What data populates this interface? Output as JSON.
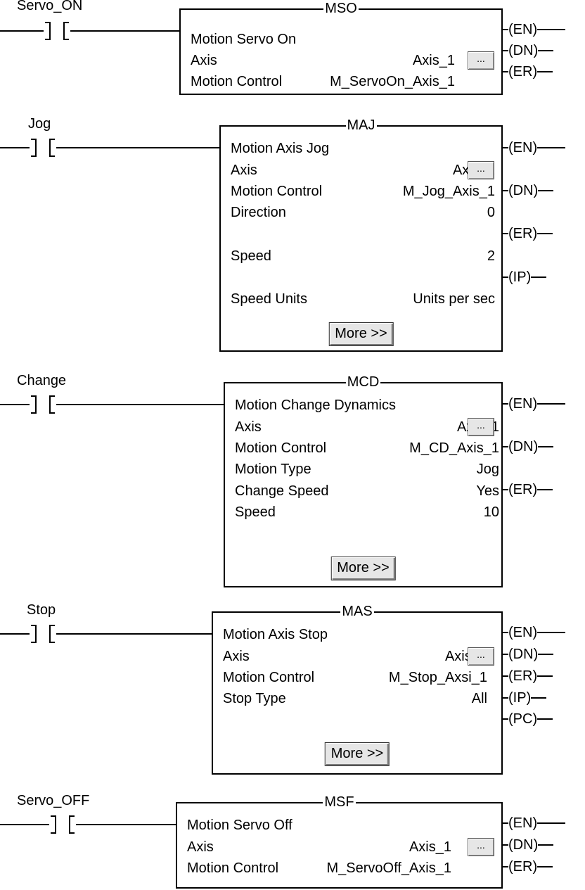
{
  "rungs": [
    {
      "contact": "Servo_ON",
      "instruction": "MSO",
      "rows": [
        {
          "label": "Motion Servo On",
          "value": ""
        },
        {
          "label": "Axis",
          "value": "Axis_1"
        },
        {
          "label": "Motion Control",
          "value": "M_ServoOn_Axis_1"
        }
      ],
      "browse_label": "...",
      "more_label": "",
      "outputs": [
        "EN",
        "DN",
        "ER"
      ]
    },
    {
      "contact": "Jog",
      "instruction": "MAJ",
      "rows": [
        {
          "label": "Motion Axis Jog",
          "value": ""
        },
        {
          "label": "Axis",
          "value": "Axis_1"
        },
        {
          "label": "Motion Control",
          "value": "M_Jog_Axis_1"
        },
        {
          "label": "Direction",
          "value": "0"
        },
        {
          "label": "Speed",
          "value": "2"
        },
        {
          "label": "Speed Units",
          "value": "Units per sec"
        }
      ],
      "browse_label": "...",
      "more_label": "More >>",
      "outputs": [
        "EN",
        "DN",
        "ER",
        "IP"
      ]
    },
    {
      "contact": "Change",
      "instruction": "MCD",
      "rows": [
        {
          "label": "Motion Change Dynamics",
          "value": ""
        },
        {
          "label": "Axis",
          "value": "Axis_1"
        },
        {
          "label": "Motion Control",
          "value": "M_CD_Axis_1"
        },
        {
          "label": "Motion Type",
          "value": "Jog"
        },
        {
          "label": "Change Speed",
          "value": "Yes"
        },
        {
          "label": "Speed",
          "value": "10"
        }
      ],
      "browse_label": "...",
      "more_label": "More >>",
      "outputs": [
        "EN",
        "DN",
        "ER"
      ]
    },
    {
      "contact": "Stop",
      "instruction": "MAS",
      "rows": [
        {
          "label": "Motion Axis Stop",
          "value": ""
        },
        {
          "label": "Axis",
          "value": "Axis_1"
        },
        {
          "label": "Motion Control",
          "value": "M_Stop_Axsi_1"
        },
        {
          "label": "Stop Type",
          "value": "All"
        }
      ],
      "browse_label": "...",
      "more_label": "More >>",
      "outputs": [
        "EN",
        "DN",
        "ER",
        "IP",
        "PC"
      ]
    },
    {
      "contact": "Servo_OFF",
      "instruction": "MSF",
      "rows": [
        {
          "label": "Motion Servo Off",
          "value": ""
        },
        {
          "label": "Axis",
          "value": "Axis_1"
        },
        {
          "label": "Motion Control",
          "value": "M_ServoOff_Axis_1"
        }
      ],
      "browse_label": "...",
      "more_label": "",
      "outputs": [
        "EN",
        "DN",
        "ER"
      ]
    }
  ]
}
